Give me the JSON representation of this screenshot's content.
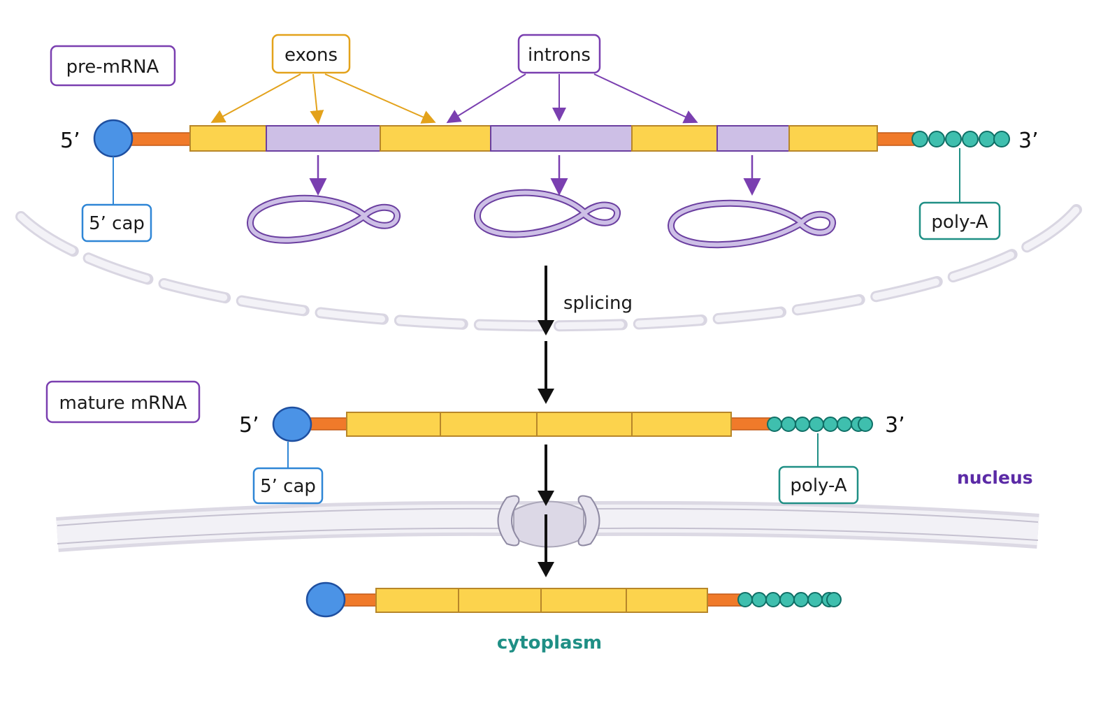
{
  "labels": {
    "pre_mrna": "pre-mRNA",
    "exons": "exons",
    "introns": "introns",
    "five_prime_top": "5’",
    "three_prime_top": "3’",
    "cap_top": "5’ cap",
    "polya_top": "poly-A",
    "splicing": "splicing",
    "mature_mrna": "mature mRNA",
    "five_prime_mid": "5’",
    "three_prime_mid": "3’",
    "cap_mid": "5’ cap",
    "polya_mid": "poly-A",
    "nucleus": "nucleus",
    "cytoplasm": "cytoplasm"
  },
  "colors": {
    "exon": "#fcd34d",
    "exon_stroke": "#b7862a",
    "intron": "#cdbfe6",
    "intron_stroke": "#6b3fa0",
    "cap": "#4b93e6",
    "cap_stroke": "#1e4fa0",
    "linker": "#f07a2a",
    "polya": "#3fbfae",
    "polya_stroke": "#0f6f66",
    "exon_label": "#e3a21b",
    "intron_label": "#7a3fb0",
    "cap_label": "#2f86d6",
    "polya_label": "#1f8f85",
    "nucleus_text": "#5b2aa6",
    "cytoplasm_text": "#1f8f85",
    "membrane": "#d7d4e0",
    "membrane_stroke": "#b3afc0",
    "arrow": "#111111"
  }
}
